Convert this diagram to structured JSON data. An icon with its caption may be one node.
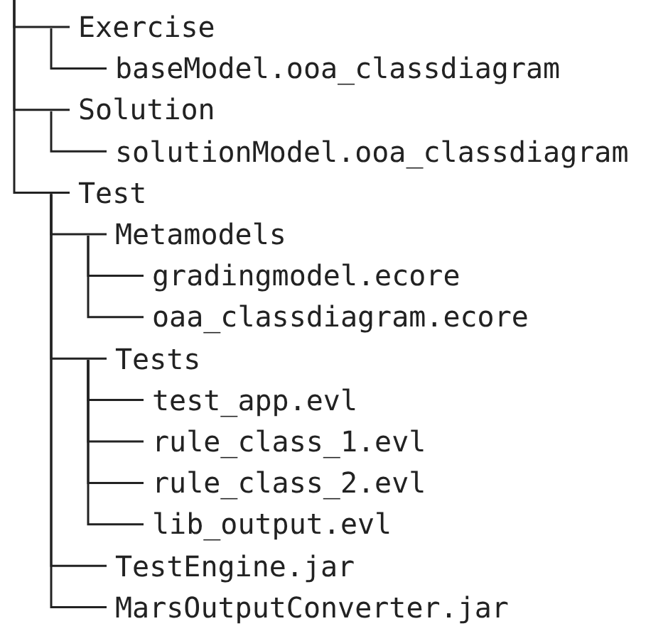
{
  "diagram": {
    "nodes": [
      {
        "text": [
          "Exercise"
        ]
      },
      {
        "text": [
          "baseModel.ooa_classdiagram"
        ]
      },
      {
        "text": [
          "Solution"
        ]
      },
      {
        "text": [
          "solutionModel.ooa_classdiagram"
        ]
      },
      {
        "text": [
          "Test"
        ]
      },
      {
        "text": [
          "Metamodels"
        ]
      },
      {
        "text": [
          "gradingmodel.ecore"
        ]
      },
      {
        "text": [
          "oaa_classdiagram.ecore"
        ]
      },
      {
        "text": [
          "Tests"
        ]
      },
      {
        "text": [
          "test_app.evl"
        ]
      },
      {
        "text": [
          "rule_class_1.evl"
        ]
      },
      {
        "text": [
          "rule_class_2.evl"
        ]
      },
      {
        "text": [
          "lib_output.evl"
        ]
      },
      {
        "text": [
          "TestEngine.jar"
        ]
      },
      {
        "text": [
          "MarsOutputConverter.jar"
        ]
      }
    ],
    "edges": [
      {
        "from": null,
        "to": 0,
        "arrow": "none"
      },
      {
        "from": 0,
        "to": 1,
        "arrow": "none"
      },
      {
        "from": null,
        "to": 2,
        "arrow": "none"
      },
      {
        "from": 2,
        "to": 3,
        "arrow": "none"
      },
      {
        "from": null,
        "to": 4,
        "arrow": "none"
      },
      {
        "from": 4,
        "to": 5,
        "arrow": "none"
      },
      {
        "from": 5,
        "to": 6,
        "arrow": "none"
      },
      {
        "from": 5,
        "to": 7,
        "arrow": "none"
      },
      {
        "from": 4,
        "to": 8,
        "arrow": "none"
      },
      {
        "from": 8,
        "to": 9,
        "arrow": "none"
      },
      {
        "from": 8,
        "to": 10,
        "arrow": "none"
      },
      {
        "from": 8,
        "to": 11,
        "arrow": "none"
      },
      {
        "from": 8,
        "to": 12,
        "arrow": "none"
      },
      {
        "from": 4,
        "to": 13,
        "arrow": "none"
      },
      {
        "from": 4,
        "to": 14,
        "arrow": "none"
      }
    ]
  }
}
